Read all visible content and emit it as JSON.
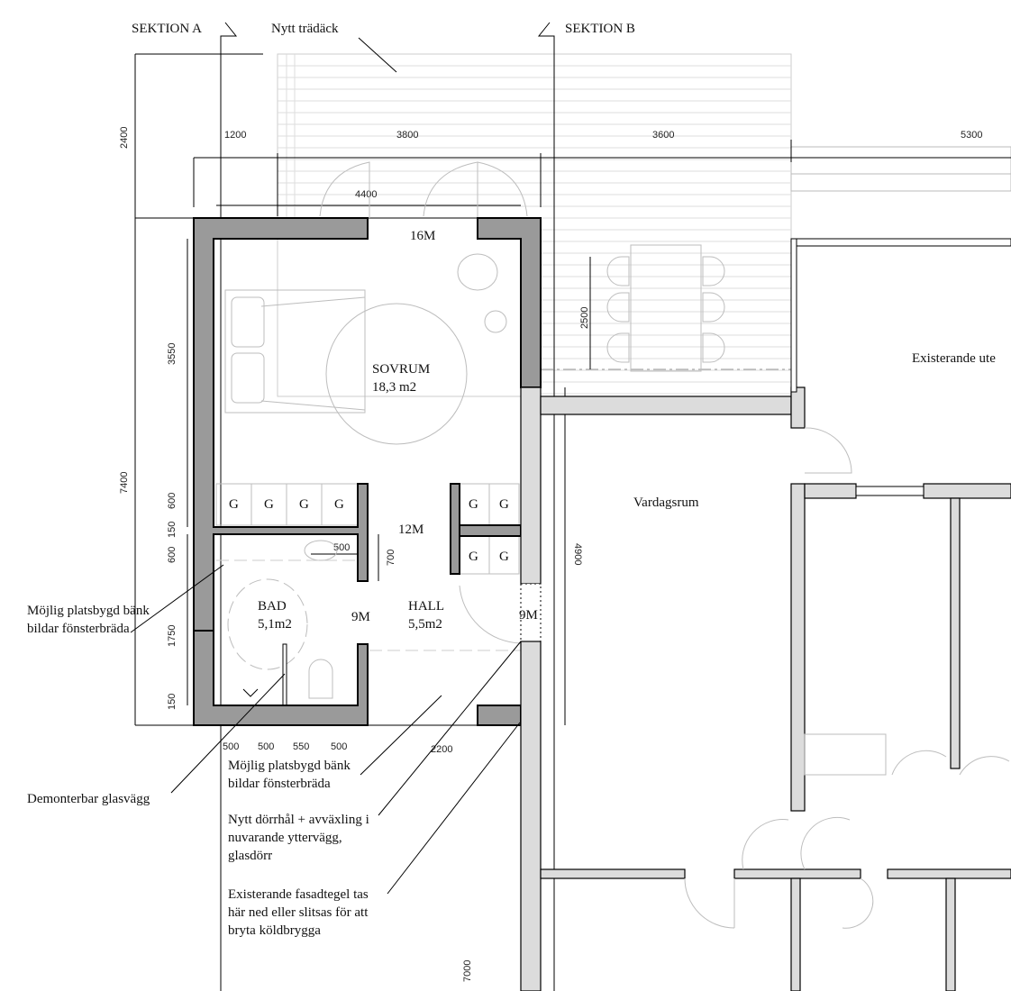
{
  "sections": {
    "a": "SEKTION A",
    "b": "SEKTION B"
  },
  "deck_label": "Nytt trädäck",
  "dimensions": {
    "top": [
      "1200",
      "3800",
      "3600",
      "5300"
    ],
    "d4400": "4400",
    "d2400": "2400",
    "d7400": "7400",
    "d3550": "3550",
    "left_small": [
      "600",
      "150",
      "600",
      "1750",
      "150"
    ],
    "d2500": "2500",
    "d4900": "4900",
    "d7000": "7000",
    "d500": "500",
    "d700": "700",
    "bottom": [
      "500",
      "500",
      "550",
      "500"
    ],
    "d2200": "2200"
  },
  "rooms": {
    "sovrum": {
      "name": "SOVRUM",
      "area": "18,3 m2"
    },
    "bad": {
      "name": "BAD",
      "area": "5,1m2"
    },
    "hall": {
      "name": "HALL",
      "area": "5,5m2"
    },
    "vardagsrum": {
      "name": "Vardagsrum"
    },
    "existing": {
      "name": "Existerande ute"
    }
  },
  "module_labels": {
    "top": "16M",
    "mid": "12M",
    "bad": "9M",
    "hall": "9M"
  },
  "wardrobe_label": "G",
  "notes": {
    "bench1": [
      "Möjlig platsbygd bänk",
      "bildar fönsterbräda"
    ],
    "glass": "Demonterbar glasvägg",
    "bench2": [
      "Möjlig platsbygd bänk",
      "bildar fönsterbräda"
    ],
    "door": [
      "Nytt dörrhål + avväxling i",
      "nuvarande yttervägg,",
      "glasdörr"
    ],
    "brick": [
      "Existerande fasadtegel tas",
      "här ned eller slitsas för att",
      "bryta köldbrygga"
    ]
  }
}
